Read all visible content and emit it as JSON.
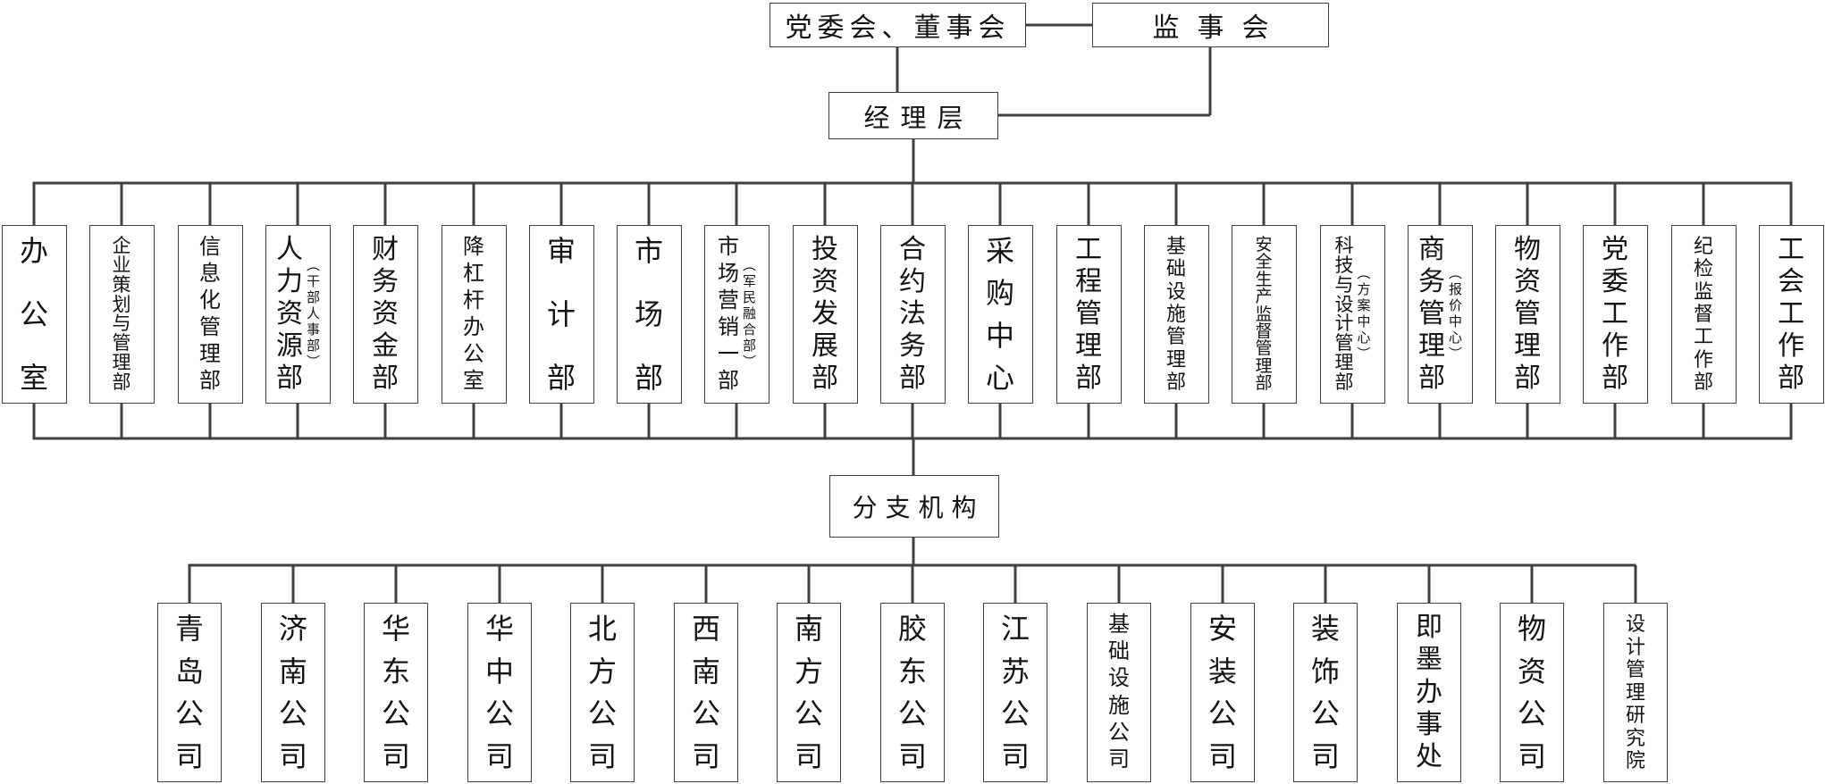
{
  "org": {
    "board": "党委会、董事会",
    "supervisory": "监事会",
    "management": "经理层",
    "branch_header": "分支机构"
  },
  "departments": [
    {
      "name": "办公室"
    },
    {
      "name": "企业策划与管理部"
    },
    {
      "name": "信息化管理部"
    },
    {
      "name": "人力资源部",
      "annotation": "（干部人事部）"
    },
    {
      "name": "财务资金部"
    },
    {
      "name": "降杠杆办公室"
    },
    {
      "name": "审计部"
    },
    {
      "name": "市场部"
    },
    {
      "name": "市场营销一部",
      "annotation": "（军民融合部）"
    },
    {
      "name": "投资发展部"
    },
    {
      "name": "合约法务部"
    },
    {
      "name": "采购中心"
    },
    {
      "name": "工程管理部"
    },
    {
      "name": "基础设施管理部"
    },
    {
      "name": "安全生产监督管理部"
    },
    {
      "name": "科技与设计管理部",
      "annotation": "（方案中心）"
    },
    {
      "name": "商务管理部",
      "annotation": "（报价中心）"
    },
    {
      "name": "物资管理部"
    },
    {
      "name": "党委工作部"
    },
    {
      "name": "纪检监督工作部"
    },
    {
      "name": "工会工作部"
    }
  ],
  "branches": [
    {
      "name": "青岛公司"
    },
    {
      "name": "济南公司"
    },
    {
      "name": "华东公司"
    },
    {
      "name": "华中公司"
    },
    {
      "name": "北方公司"
    },
    {
      "name": "西南公司"
    },
    {
      "name": "南方公司"
    },
    {
      "name": "胶东公司"
    },
    {
      "name": "江苏公司"
    },
    {
      "name": "基础设施公司"
    },
    {
      "name": "安装公司"
    },
    {
      "name": "装饰公司"
    },
    {
      "name": "即墨办事处"
    },
    {
      "name": "物资公司"
    },
    {
      "name": "设计管理研究院"
    }
  ],
  "colors": {
    "line": "#404040",
    "border": "#424242",
    "text": "#141414",
    "background": "#ffffff"
  }
}
